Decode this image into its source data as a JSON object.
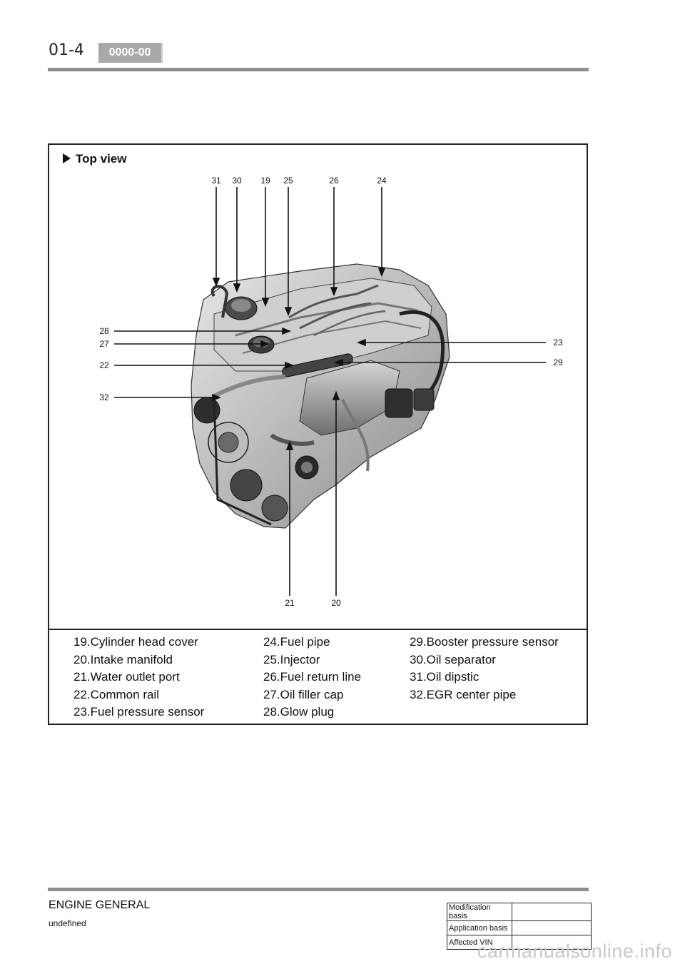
{
  "header": {
    "page_number": "01-4",
    "code": "0000-00"
  },
  "figure": {
    "title": "Top view",
    "callouts": {
      "c31": "31",
      "c30": "30",
      "c19": "19",
      "c25": "25",
      "c26": "26",
      "c24": "24",
      "c28": "28",
      "c27": "27",
      "c22": "22",
      "c32": "32",
      "c23": "23",
      "c29": "29",
      "c21": "21",
      "c20": "20"
    }
  },
  "legend": {
    "col1": [
      "19.Cylinder head cover",
      "20.Intake manifold",
      "21.Water outlet port",
      "22.Common rail",
      "23.Fuel pressure sensor"
    ],
    "col2": [
      "24.Fuel pipe",
      "25.Injector",
      "26.Fuel return line",
      "27.Oil filler cap",
      "28.Glow plug"
    ],
    "col3": [
      "29.Booster pressure sensor",
      "30.Oil separator",
      "31.Oil dipstic",
      "32.EGR center pipe"
    ]
  },
  "footer": {
    "title": "ENGINE GENERAL",
    "subtitle": "undefined",
    "table": [
      {
        "label": "Modification basis",
        "value": ""
      },
      {
        "label": "Application basis",
        "value": ""
      },
      {
        "label": "Affected VIN",
        "value": ""
      }
    ]
  },
  "watermark": "carmanualsonline.info"
}
